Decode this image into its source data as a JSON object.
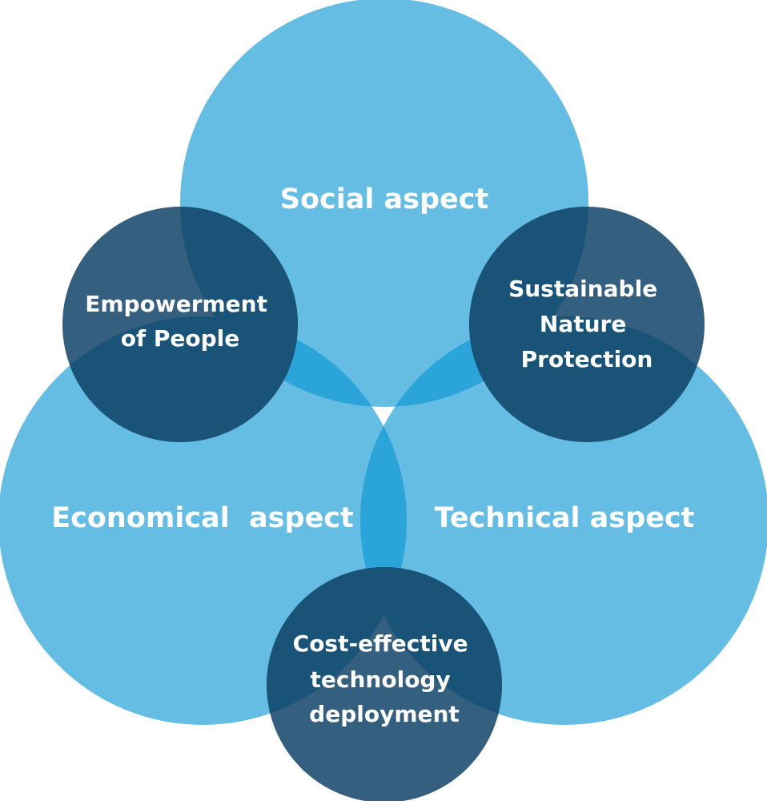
{
  "colors": {
    "big_circle": "#66bde3",
    "big_overlap": "#2ba4da",
    "small_circle": "#355f7e",
    "small_overlap": "#195378",
    "text": "#ffffff",
    "background": "#ffffff"
  },
  "aspects": {
    "social": "Social aspect",
    "economical": "Economical  aspect",
    "technical": "Technical aspect"
  },
  "intersections": {
    "empowerment": [
      "Empowerment",
      "of People"
    ],
    "sustainable": [
      "Sustainable",
      "Nature",
      "Protection"
    ],
    "cost_effective": [
      "Cost-effective",
      "technology",
      "deployment"
    ]
  }
}
